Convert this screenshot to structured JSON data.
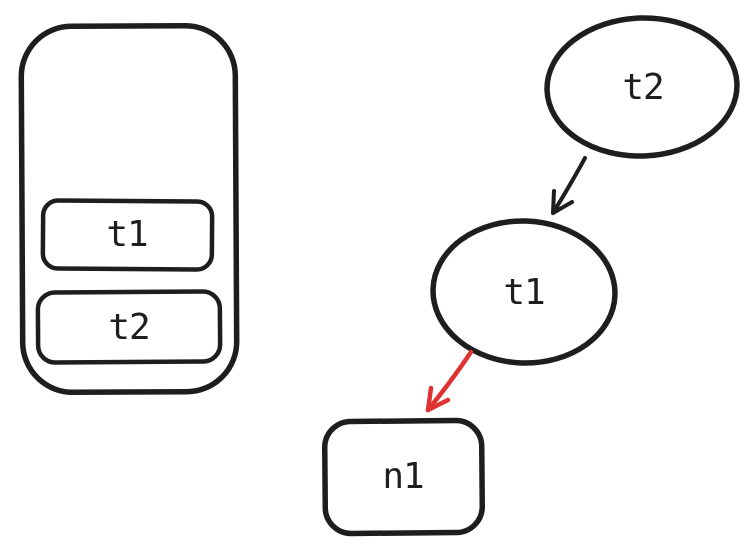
{
  "colors": {
    "ink": "#1e1e1e",
    "red": "#e03131",
    "background": "#ffffff"
  },
  "container": {
    "items": [
      {
        "label": "t1"
      },
      {
        "label": "t2"
      }
    ]
  },
  "graph": {
    "nodes": [
      {
        "id": "t2",
        "shape": "ellipse",
        "label": "t2"
      },
      {
        "id": "t1",
        "shape": "ellipse",
        "label": "t1"
      },
      {
        "id": "n1",
        "shape": "rounded-rectangle",
        "label": "n1"
      }
    ],
    "edges": [
      {
        "from": "t2",
        "to": "t1",
        "color": "#1e1e1e"
      },
      {
        "from": "t1",
        "to": "n1",
        "color": "#e03131"
      }
    ]
  }
}
